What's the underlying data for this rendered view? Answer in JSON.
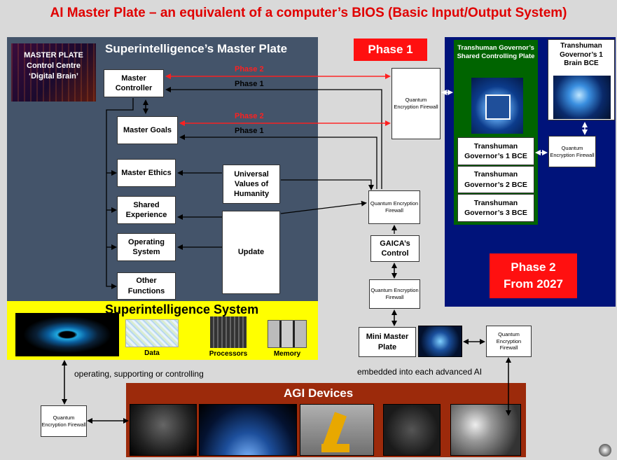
{
  "title": "AI Master Plate – an equivalent of a computer’s BIOS (Basic Input/Output System)",
  "master_panel": {
    "heading": "Superintelligence’s Master Plate",
    "logo_lines": [
      "MASTER PLATE",
      "Control Centre",
      "‘Digital Brain’"
    ],
    "master_controller": "Master Controller",
    "master_goals": "Master Goals",
    "master_ethics": "Master Ethics",
    "shared_experience": "Shared Experience",
    "operating_system": "Operating System",
    "other_functions": "Other Functions",
    "universal_values": "Universal Values of Humanity",
    "update": "Update",
    "phase2_label_a": "Phase 2",
    "phase1_label_a": "Phase 1",
    "phase2_label_b": "Phase 2",
    "phase1_label_b": "Phase 1"
  },
  "phase1_badge": "Phase 1",
  "phase2_badge": [
    "Phase 2",
    "From 2027"
  ],
  "firewall_label": "Quantum Encryption Firewall",
  "gaica": "GAICA’s Control",
  "mini_master_plate": "Mini Master Plate",
  "phase2_panel": {
    "shared_plate": "Transhuman Governor’s Shared Controlling Plate",
    "brain_bce": "Transhuman Governor’s 1 Brain BCE",
    "gov1": "Transhuman Governor’s 1 BCE",
    "gov2": "Transhuman Governor’s 2 BCE",
    "gov3": "Transhuman Governor’s 3 BCE"
  },
  "system_panel": {
    "heading": "Superintelligence System",
    "data": "Data",
    "processors": "Processors",
    "memory": "Memory"
  },
  "notes": {
    "left": "operating, supporting or controlling",
    "right": "embedded into each advanced AI"
  },
  "agi": {
    "heading": "AGI Devices"
  },
  "colors": {
    "title": "#e00000",
    "master_panel": "#44546a",
    "phase2_panel": "#00137a",
    "system_panel": "#ffff00",
    "agi_panel": "#9c2a0b",
    "phase2_arrow": "#ff2020",
    "green_plate": "#006400"
  },
  "icons": [
    "eye-icon",
    "chip-icon",
    "brain-icon",
    "server-rack-icon",
    "hard-drive-icon",
    "robot-icon",
    "globe-icon",
    "robot-arm-icon"
  ]
}
